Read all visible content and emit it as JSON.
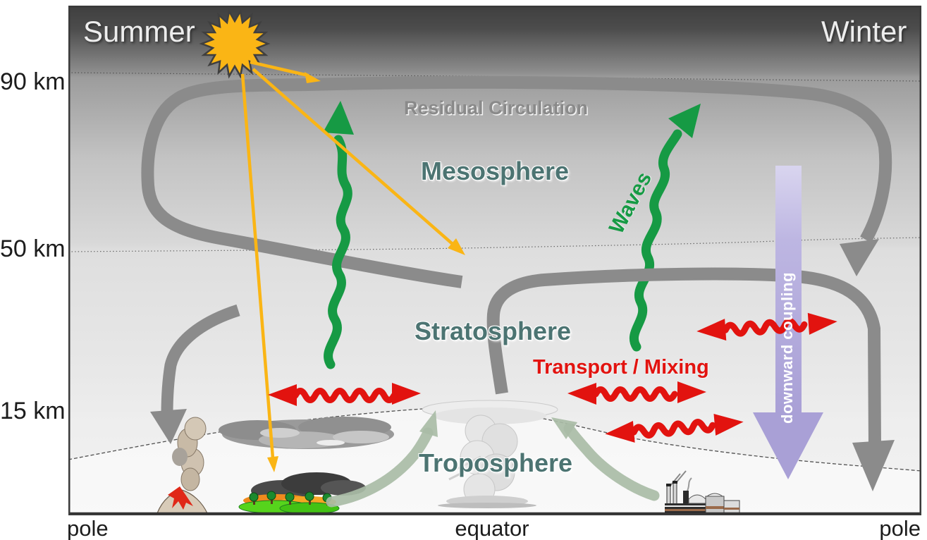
{
  "figure": {
    "seasons": {
      "summer": "Summer",
      "winter": "Winter"
    },
    "altitude_axis": {
      "ticks": [
        "90 km",
        "50 km",
        "15 km"
      ]
    },
    "horizontal_axis": {
      "left": "pole",
      "center": "equator",
      "right": "pole"
    },
    "layers": {
      "mesosphere": "Mesosphere",
      "stratosphere": "Stratosphere",
      "troposphere": "Troposphere"
    },
    "annotations": {
      "residual_circulation": "Residual Circulation",
      "waves": "Waves",
      "transport_mixing": "Transport / Mixing",
      "downward_coupling": "downward coupling"
    },
    "colors": {
      "band_gray": "#8B8B8B",
      "wave_green": "#169A44",
      "transport_red": "#E2130F",
      "coupling_purple": "#A9A0D6",
      "sun_yellow": "#FAB515",
      "layer_label_teal": "#4C7472",
      "surface_arrow_sage": "#A9BCA6",
      "season_label": "#EDEDED"
    },
    "icons": {
      "sun-icon": "spiky sun with three radiation rays",
      "volcano-icon": "erupting volcano with ash plume",
      "wildfire-icon": "burning vegetation with smoke",
      "cirrus-cloud-icon": "gray stratiform cloud",
      "thunderstorm-icon": "deep convection anvil cloud",
      "factory-icon": "industrial plant with chimneys"
    }
  }
}
